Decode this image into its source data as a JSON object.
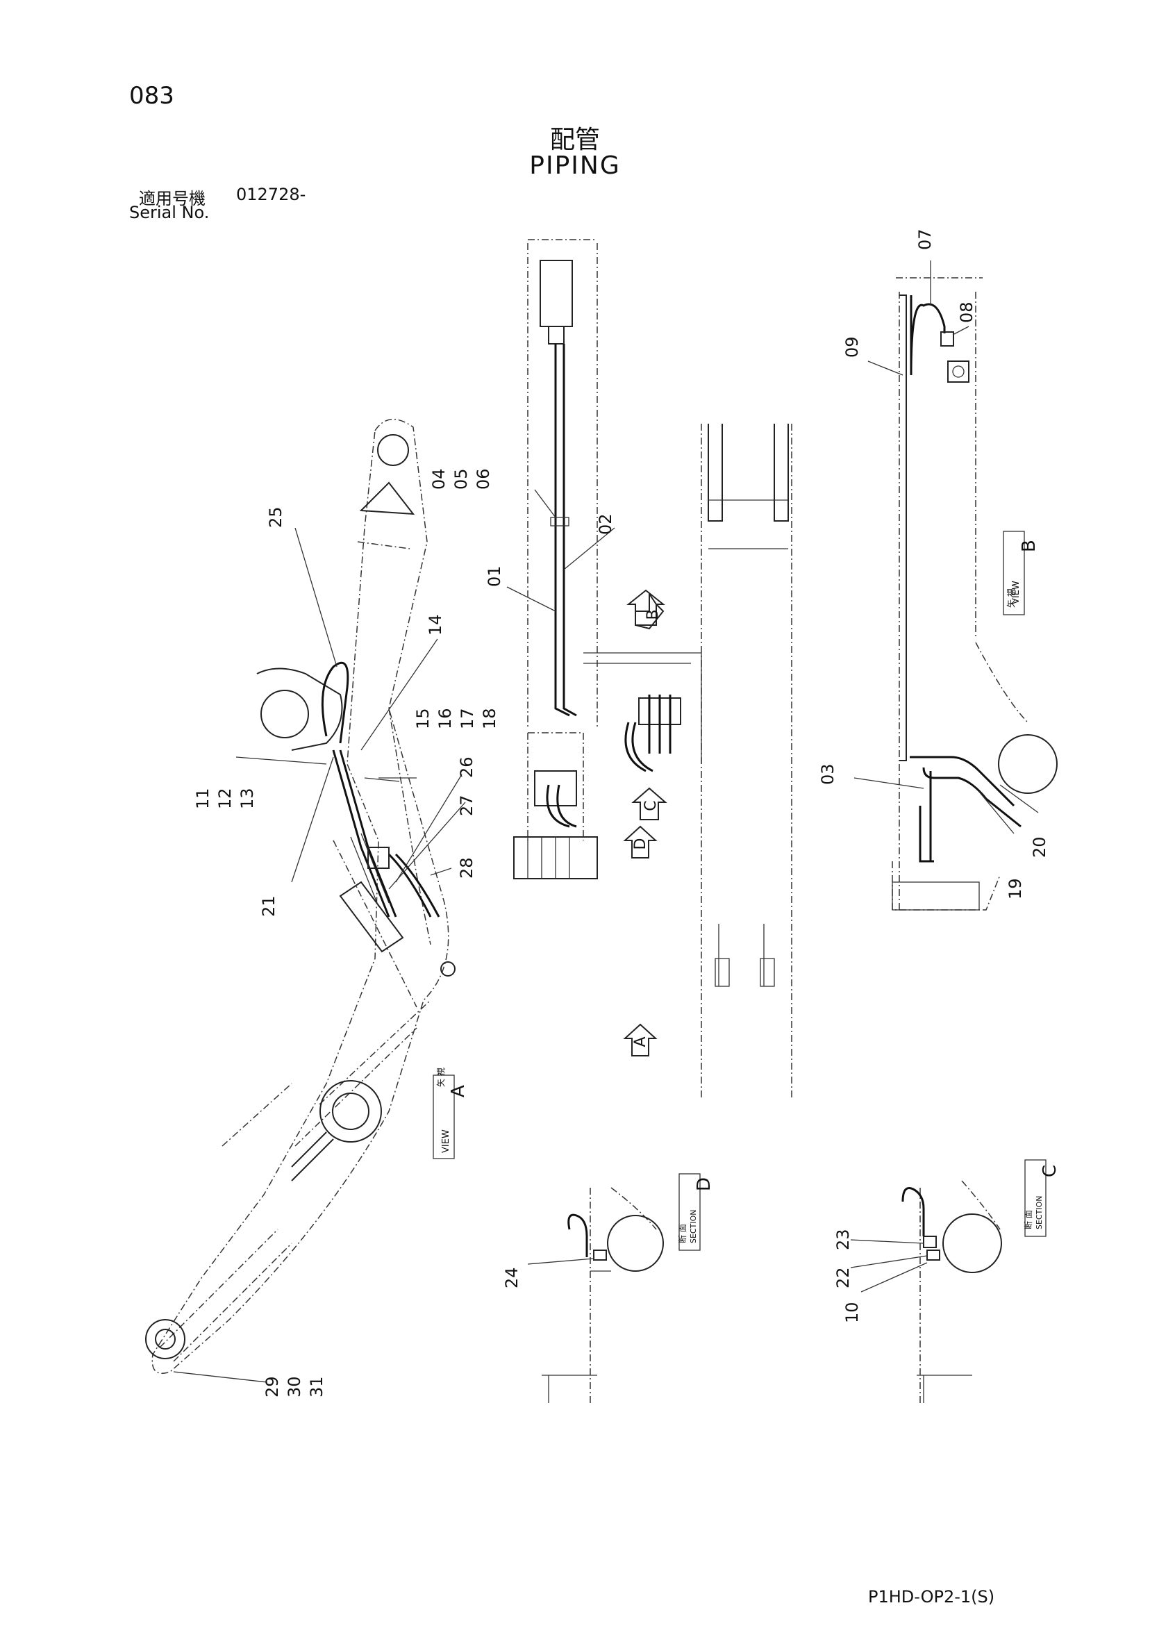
{
  "header": {
    "page_number": "083",
    "title_jp": "配管",
    "title_en": "PIPING",
    "serial_label_jp": "適用号機",
    "serial_value": "012728-",
    "serial_label_en": "Serial No."
  },
  "views": {
    "view_a": {
      "jp": "矢 視",
      "en": "VIEW",
      "letter": "A"
    },
    "view_b": {
      "jp": "矢 視",
      "en": "VIEW",
      "letter": "B"
    },
    "section_c": {
      "jp": "断 面",
      "en": "SECTION",
      "letter": "C"
    },
    "section_d": {
      "jp": "断 面",
      "en": "SECTION",
      "letter": "D"
    }
  },
  "arrows": {
    "a": "A",
    "b": "B",
    "c": "C",
    "d": "D"
  },
  "callouts": {
    "c01": "01",
    "c02": "02",
    "c03": "03",
    "c04_06": "04\n05\n06",
    "c07": "07",
    "c08": "08",
    "c09": "09",
    "c10": "10",
    "c11_13": "11\n12\n13",
    "c14": "14",
    "c15_18": "15\n16\n17\n18",
    "c19": "19",
    "c20": "20",
    "c21": "21",
    "c22": "22",
    "c23": "23",
    "c24": "24",
    "c25": "25",
    "c26": "26",
    "c27": "27",
    "c28": "28",
    "c29_31": "29\n30\n31"
  },
  "footer": {
    "doc_code": "P1HD-OP2-1(S)"
  }
}
